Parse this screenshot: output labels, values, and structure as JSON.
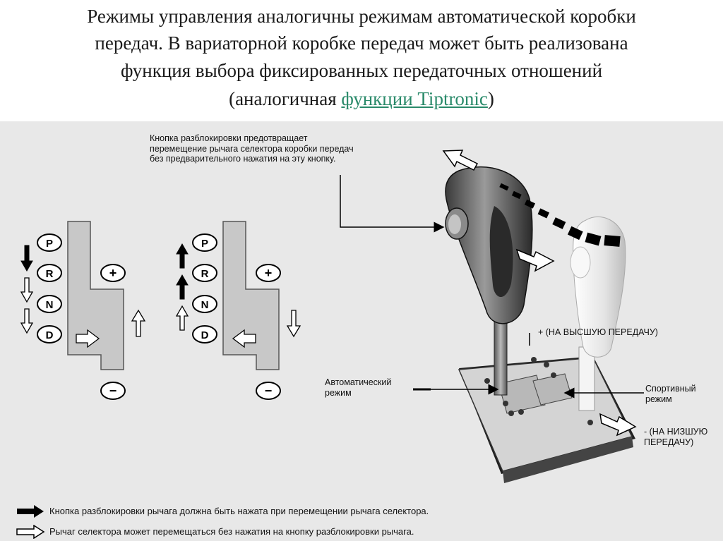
{
  "header": {
    "line1": "Режимы управления аналогичны режимам автоматической коробки",
    "line2": "передач. В вариаторной коробке передач может быть реализована",
    "line3": "функция выбора фиксированных передаточных отношений",
    "line4_prefix": "(аналогичная ",
    "line4_link": "функции Tiptronic",
    "line4_suffix": ")"
  },
  "gates": {
    "positions": [
      "P",
      "R",
      "N",
      "D"
    ],
    "plus_label": "+",
    "minus_label": "−"
  },
  "callouts": {
    "unlock_button": {
      "line1": "Кнопка разблокировки предотвращает",
      "line2": "перемещение рычага селектора коробки передач",
      "line3": "без предварительного нажатия на эту кнопку."
    },
    "upshift": "+ (НА ВЫСШУЮ ПЕРЕДАЧУ)",
    "auto_mode": {
      "line1": "Автоматический",
      "line2": "режим"
    },
    "sport_mode": {
      "line1": "Спортивный",
      "line2": "режим"
    },
    "downshift": {
      "line1": "- (НА НИЗШУЮ",
      "line2": "ПЕРЕДАЧУ)"
    }
  },
  "legend": {
    "solid_arrow": "Кнопка разблокировки рычага должна быть нажата при перемещении рычага селектора.",
    "hollow_arrow": "Рычаг селектора может перемещаться без нажатия на кнопку разблокировки рычага."
  },
  "colors": {
    "panel_bg": "#e8e8e8",
    "gate_fill": "#c8c8c8",
    "link": "#2a8a6a"
  },
  "icons": {
    "solid": "solid-arrow-icon",
    "hollow": "hollow-arrow-icon",
    "plus": "plus-icon",
    "minus": "minus-icon"
  }
}
